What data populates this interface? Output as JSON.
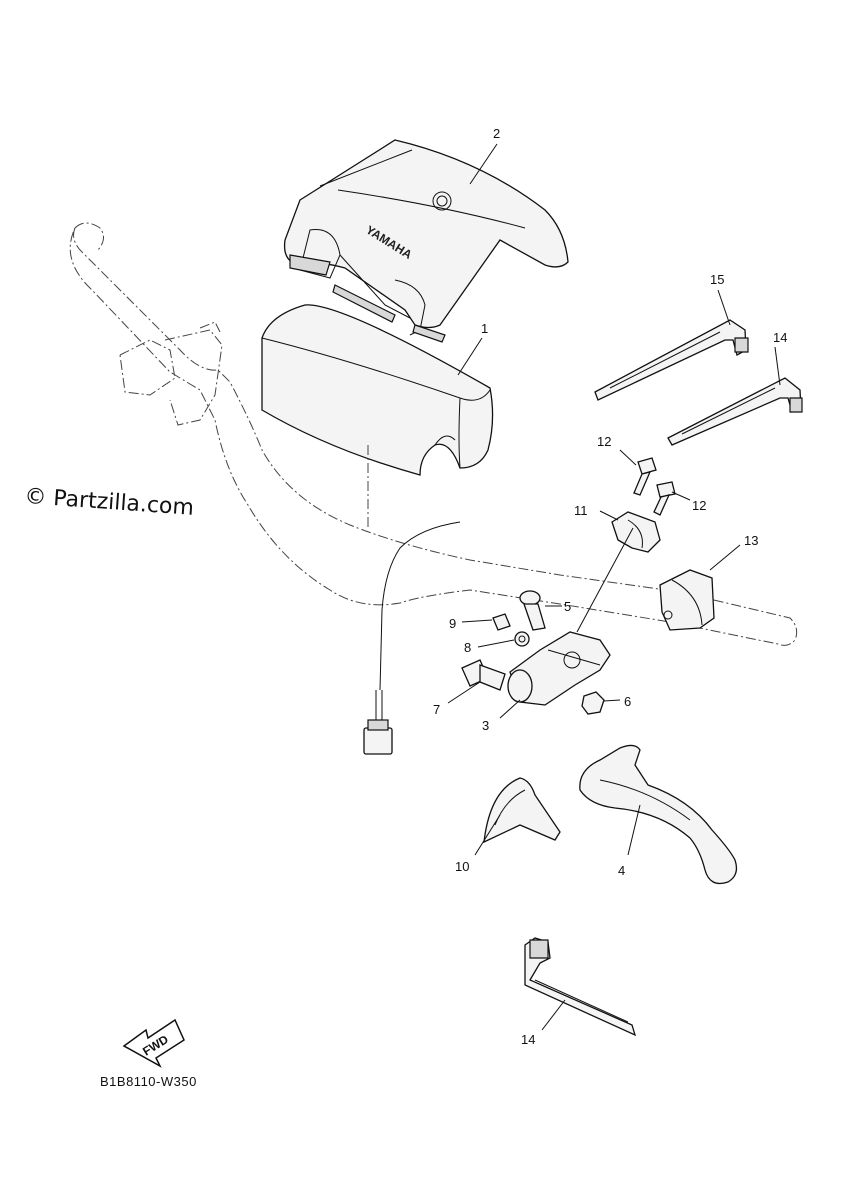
{
  "watermark": "© Partzilla.com",
  "diagram_code": "B1B8110-W350",
  "brand_text": "YAMAHA",
  "fwd_label": "FWD",
  "callouts": {
    "c1": "1",
    "c2": "2",
    "c3": "3",
    "c4": "4",
    "c5": "5",
    "c6": "6",
    "c7": "7",
    "c8": "8",
    "c9": "9",
    "c10": "10",
    "c11": "11",
    "c12a": "12",
    "c12b": "12",
    "c13": "13",
    "c14a": "14",
    "c14b": "14",
    "c15": "15"
  },
  "icons": {
    "logo": "tuning-fork-emblem-icon",
    "direction": "fwd-arrow-icon"
  }
}
